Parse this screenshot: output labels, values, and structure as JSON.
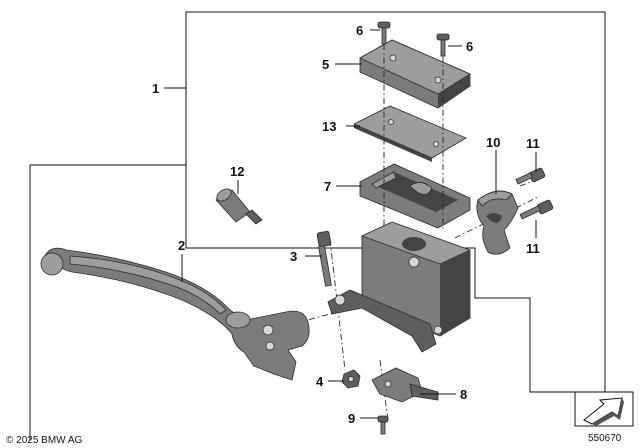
{
  "callouts": {
    "c1": "1",
    "c2": "2",
    "c3": "3",
    "c4": "4",
    "c5": "5",
    "c6a": "6",
    "c6b": "6",
    "c7": "7",
    "c8": "8",
    "c9": "9",
    "c10": "10",
    "c11a": "11",
    "c11b": "11",
    "c12": "12",
    "c13": "13"
  },
  "footer": {
    "copyright": "© 2025 BMW AG",
    "diagram_number": "550670"
  },
  "colors": {
    "line": "#111111",
    "part_dark": "#5e5e5e",
    "part_mid": "#7c7c7c",
    "part_light": "#9d9d9d"
  }
}
